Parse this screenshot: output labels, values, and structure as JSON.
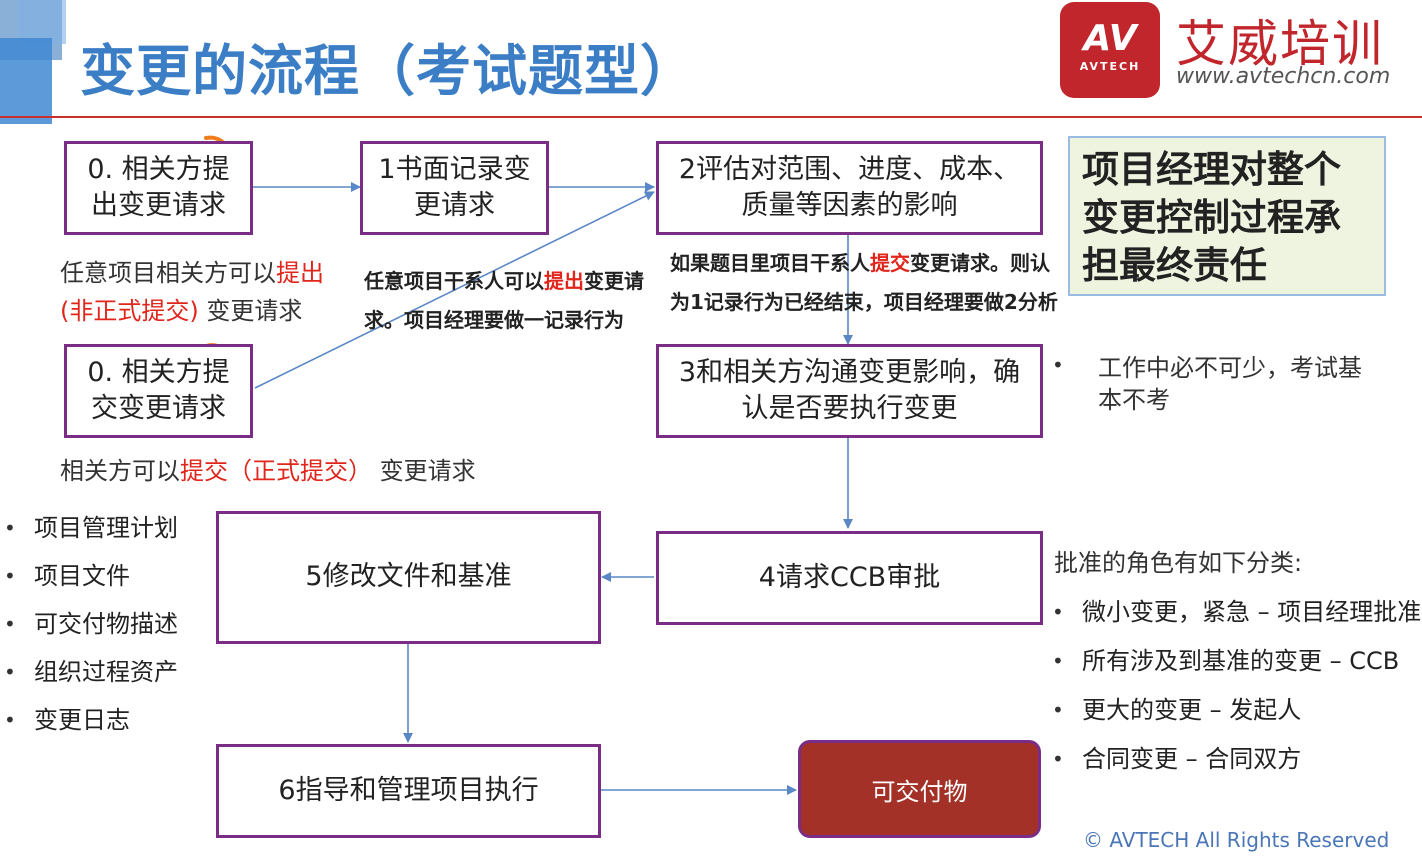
{
  "header": {
    "title": "变更的流程（考试题型）",
    "logo": {
      "mark": "AV",
      "sub": "AVTECH",
      "brand": "艾威培训",
      "url": "www.avtechcn.com"
    }
  },
  "boxes": {
    "b0a": "0. 相关方提\n出变更请求",
    "b0b": "0. 相关方提\n交变更请求",
    "b1": "1书面记录变\n更请求",
    "b2": "2评估对范围、进度、成本、\n质量等因素的影响",
    "b3": "3和相关方沟通变更影响，确\n认是否要执行变更",
    "b4": "4请求CCB审批",
    "b5": "5修改文件和基准",
    "b6": "6指导和管理项目执行",
    "deliverable": "可交付物"
  },
  "responsibility": "项目经理对整个变更控制过程承担最终责任",
  "notes": {
    "informal_a": "任意项目相关方可以",
    "informal_b": "提出",
    "informal_c": "(非正式提交)",
    "informal_d": "变更请求",
    "formal_a": "相关方可以",
    "formal_b": "提交（正式提交）",
    "formal_c": "变更请求",
    "record_a": "任意项目干系人可以",
    "record_b": "提出",
    "record_c": "变更请",
    "record_d": "求。项目经理要做一记录行为",
    "exam_a": "如果题目里项目干系人",
    "exam_b": "提交",
    "exam_c": "变更请求。则认",
    "exam_d": "为1记录行为已经结束，项目经理要做2分析"
  },
  "step3_note": [
    "工作中必不可少，考试基",
    "本不考"
  ],
  "left_list": [
    "项目管理计划",
    "项目文件",
    "可交付物描述",
    "组织过程资产",
    "变更日志"
  ],
  "approval": {
    "heading": "批准的角色有如下分类:",
    "items": [
      "微小变更，紧急 – 项目经理批准",
      "所有涉及到基准的变更 – CCB",
      "更大的变更 – 发起人",
      "合同变更 – 合同双方"
    ]
  },
  "copyright": "© AVTECH All Rights Reserved",
  "colors": {
    "title": "#3b7ec6",
    "box_border": "#7b2d86",
    "deliverable": "#a33128",
    "highlight_red": "#e0251b",
    "arrow": "#5a87c5",
    "brand": "#c0262c"
  }
}
